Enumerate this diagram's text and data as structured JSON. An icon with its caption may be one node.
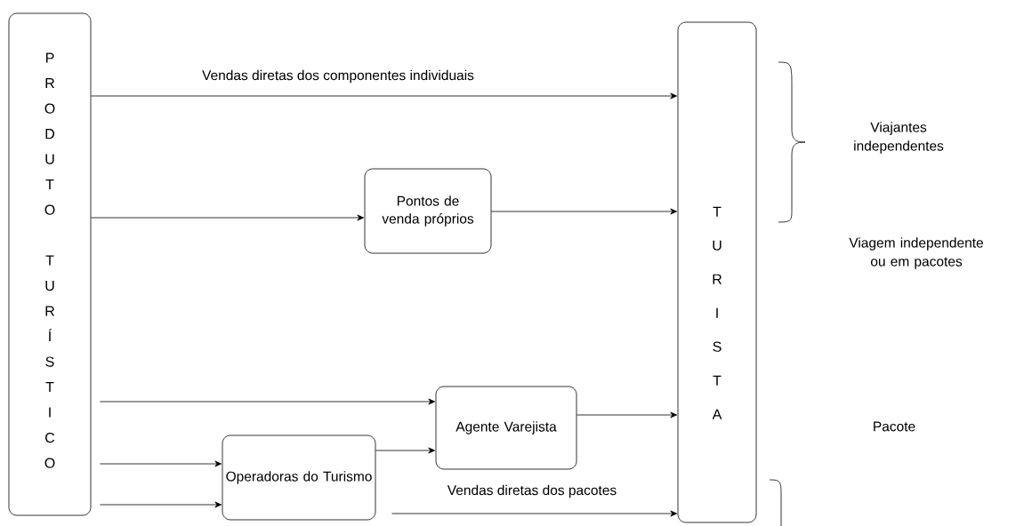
{
  "diagram": {
    "nodes": [
      {
        "text": [
          "PRODUTO TURÍSTICO"
        ]
      },
      {
        "text": [
          "TURISTA"
        ]
      },
      {
        "text": [
          "Pontos de venda próprios"
        ]
      },
      {
        "text": [
          "Agente Varejista"
        ]
      },
      {
        "text": [
          "Operadoras do Turismo"
        ]
      }
    ],
    "edges": [
      {
        "from": 0,
        "to": 1,
        "arrow": "to",
        "label": "Vendas diretas dos componentes individuais"
      },
      {
        "from": 0,
        "to": 2,
        "arrow": "to"
      },
      {
        "from": 2,
        "to": 1,
        "arrow": "to"
      },
      {
        "from": 0,
        "to": 3,
        "arrow": "to"
      },
      {
        "from": 0,
        "to": 4,
        "arrow": "to"
      },
      {
        "from": 0,
        "to": 4,
        "arrow": "to"
      },
      {
        "from": 4,
        "to": 3,
        "arrow": "to"
      },
      {
        "from": 3,
        "to": 1,
        "arrow": "to"
      },
      {
        "from": 4,
        "to": 1,
        "arrow": "to",
        "label": "Vendas diretas dos pacotes"
      }
    ],
    "labels": [
      "Viajantes independentes",
      "Viagem independente ou em pacotes",
      "Pacote"
    ]
  }
}
